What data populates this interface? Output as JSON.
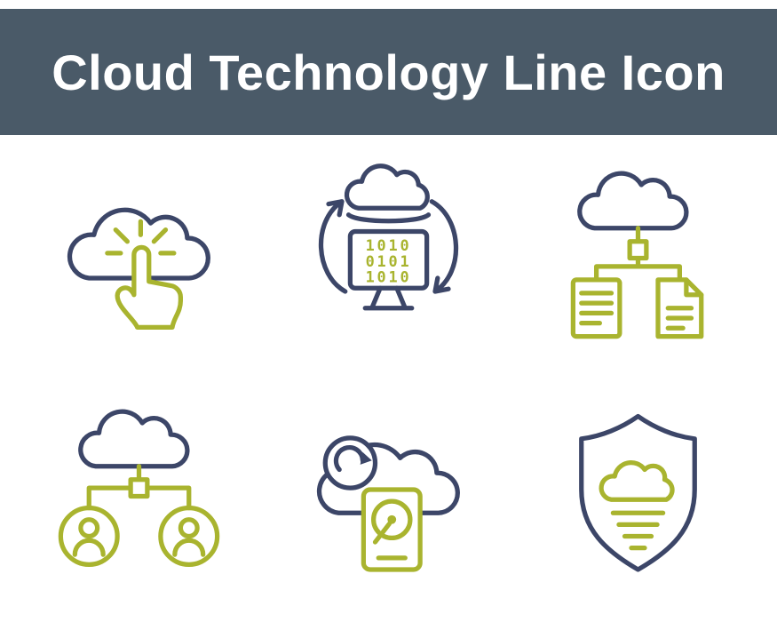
{
  "header": {
    "title": "Cloud Technology Line Icon"
  },
  "palette": {
    "banner_background": "#4a5a68",
    "title_color": "#ffffff",
    "line_primary": "#3c4668",
    "line_accent": "#a9b42f",
    "canvas_background": "#ffffff"
  },
  "icons": [
    {
      "name": "cloud-click-icon"
    },
    {
      "name": "cloud-binary-sync-icon",
      "binary_rows": [
        "1010",
        "0101",
        "1010"
      ]
    },
    {
      "name": "cloud-documents-icon"
    },
    {
      "name": "cloud-users-icon"
    },
    {
      "name": "cloud-backup-icon"
    },
    {
      "name": "cloud-shield-icon"
    }
  ]
}
